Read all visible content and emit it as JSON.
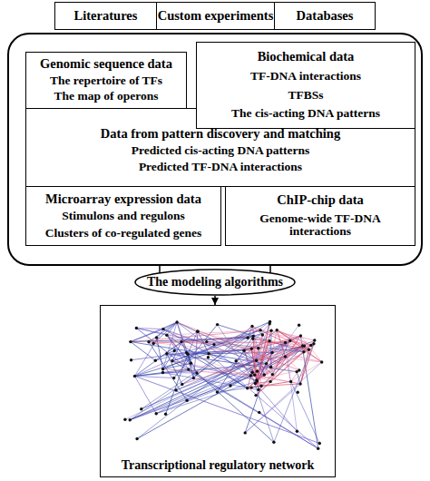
{
  "diagram": {
    "nodes": [
      {
        "text": [
          "Literatures"
        ]
      },
      {
        "text": [
          "Custom experiments"
        ]
      },
      {
        "text": [
          "Databases"
        ]
      },
      {
        "text": []
      },
      {
        "text": [
          "Genomic sequence data",
          "The repertoire of TFs",
          "The map of operons"
        ],
        "in": 3
      },
      {
        "text": [
          "Biochemical data",
          "TF-DNA interactions",
          "TFBSs",
          "The cis-acting DNA patterns"
        ],
        "in": 3
      },
      {
        "text": [
          "Data from pattern discovery and matching",
          "Predicted cis-acting DNA patterns",
          "Predicted TF-DNA interactions"
        ],
        "in": 3
      },
      {
        "text": [
          "Microarray expression data",
          "Stimulons and regulons",
          "Clusters of co-regulated genes"
        ],
        "in": 3
      },
      {
        "text": [
          "ChIP-chip data",
          "Genome-wide TF-DNA interactions"
        ],
        "in": 3
      },
      {
        "text": [
          "The modeling algorithms"
        ]
      },
      {
        "text": [
          "Transcriptional regulatory network"
        ]
      }
    ],
    "edges": [
      {
        "from": 3,
        "to": 9,
        "arrow": "none"
      },
      {
        "from": 9,
        "to": 10,
        "arrow": "to"
      }
    ]
  }
}
